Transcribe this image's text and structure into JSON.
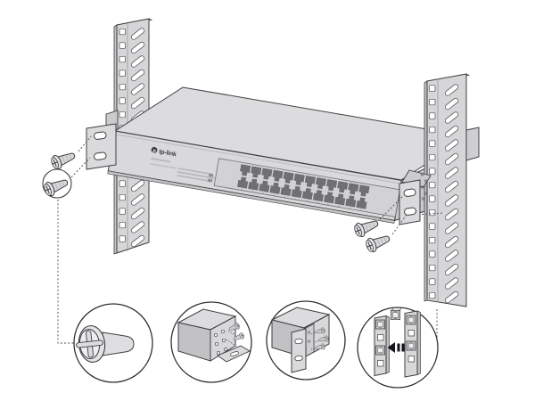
{
  "diagram": {
    "type": "hardware-installation-illustration",
    "subject": "Rack-mounting a 24-port rackmount switch between two 19-inch rack rails",
    "device": {
      "brand": "tp-link",
      "logo_glyph": "p",
      "ports_total": 24,
      "port_rows": 2,
      "ports_per_row": 12
    },
    "rack": {
      "left_rail": {
        "square_holes": 16,
        "slot_holes": 16
      },
      "right_rail": {
        "square_holes": 16,
        "slot_holes": 16
      }
    },
    "fasteners": {
      "left_screws": 2,
      "right_screws": 2
    },
    "callouts": [
      {
        "id": "screw-closeup",
        "shows": "flange-head phillips screw"
      },
      {
        "id": "bracket-holes-alignment",
        "shows": "bracket plate aligned to side-panel holes with screws"
      },
      {
        "id": "bracket-attached",
        "shows": "L-bracket fastened to switch side"
      },
      {
        "id": "cage-nut-insertion",
        "shows": "cage nuts pressed into rail square holes"
      }
    ],
    "colors": {
      "line": "#3f3f41",
      "metal_light": "#d9d9db",
      "metal_mid": "#cdcdcf",
      "metal_dark": "#c2c2c4",
      "port": "#707074",
      "arrow": "#161618",
      "background": "#ffffff"
    }
  }
}
